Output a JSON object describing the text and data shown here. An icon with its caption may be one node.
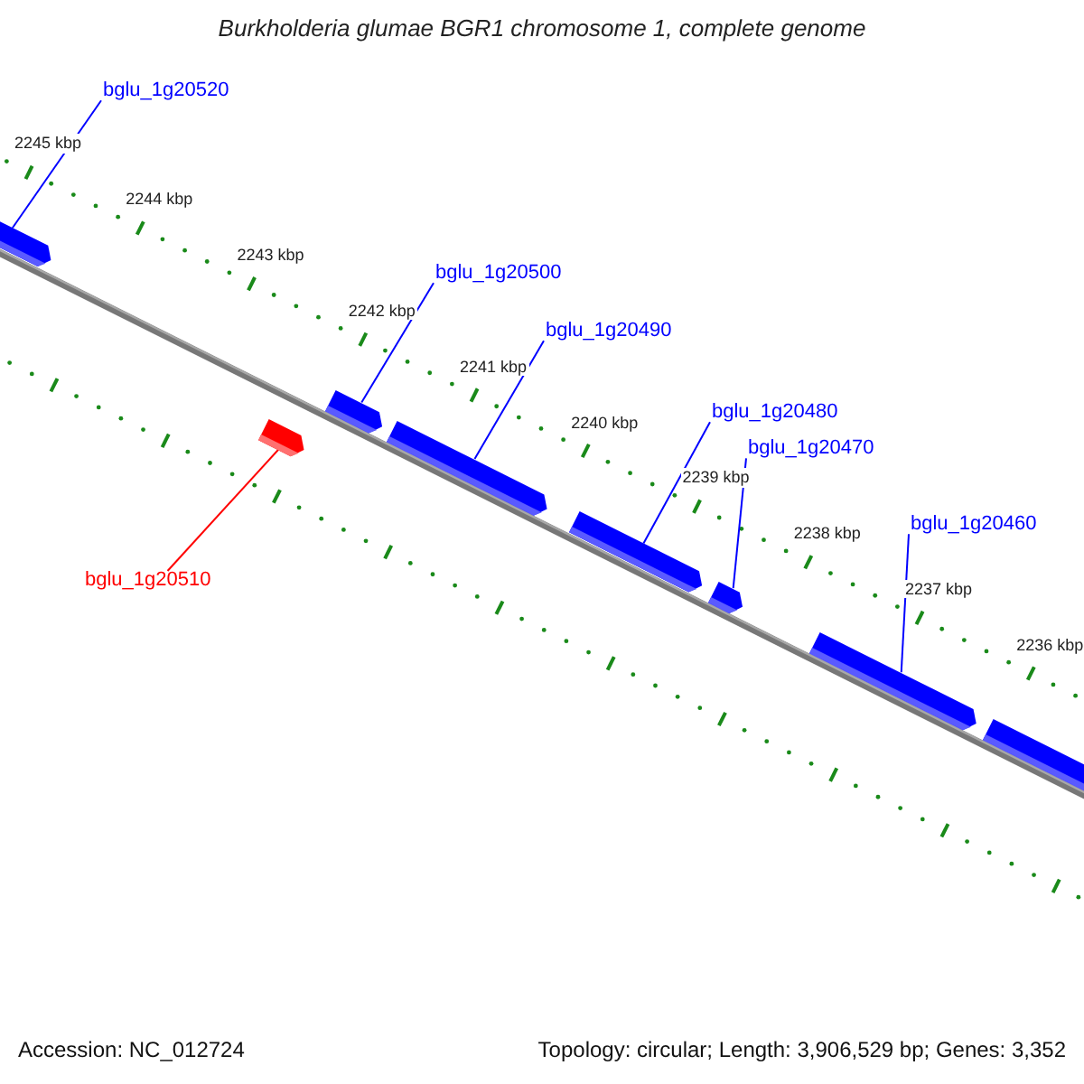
{
  "diagram": {
    "title": "Burkholderia glumae BGR1 chromosome 1, complete genome",
    "nodes": [
      {
        "text": [
          "bglu_1g20520"
        ]
      },
      {
        "text": [
          "bglu_1g20500"
        ]
      },
      {
        "text": [
          "bglu_1g20490"
        ]
      },
      {
        "text": [
          "bglu_1g20480"
        ]
      },
      {
        "text": [
          "bglu_1g20470"
        ]
      },
      {
        "text": [
          "bglu_1g20460"
        ]
      },
      {
        "text": [
          "bglu_1g20510"
        ]
      },
      {
        "text": [],
        "shape": "box"
      },
      {
        "text": [],
        "shape": "box"
      },
      {
        "text": [],
        "shape": "box"
      },
      {
        "text": [],
        "shape": "box"
      },
      {
        "text": [],
        "shape": "box"
      },
      {
        "text": [],
        "shape": "box"
      },
      {
        "text": [],
        "shape": "box"
      },
      {
        "text": [],
        "shape": "box"
      }
    ],
    "edges": [
      {
        "from": 0,
        "to": 7,
        "arrow": "none"
      },
      {
        "from": 1,
        "to": 9,
        "arrow": "none"
      },
      {
        "from": 2,
        "to": 10,
        "arrow": "none"
      },
      {
        "from": 3,
        "to": 11,
        "arrow": "none"
      },
      {
        "from": 4,
        "to": 12,
        "arrow": "none"
      },
      {
        "from": 5,
        "to": 13,
        "arrow": "none"
      },
      {
        "from": 6,
        "to": 8,
        "arrow": "none",
        "color": "#ff0000"
      }
    ],
    "labels": [
      "2245 kbp",
      "2244 kbp",
      "2243 kbp",
      "2242 kbp",
      "2241 kbp",
      "2240 kbp",
      "2239 kbp",
      "2238 kbp",
      "2237 kbp",
      "2236 kbp",
      "Accession: NC_012724",
      "Topology: circular; Length: 3,906,529 bp; Genes: 3,352"
    ]
  }
}
